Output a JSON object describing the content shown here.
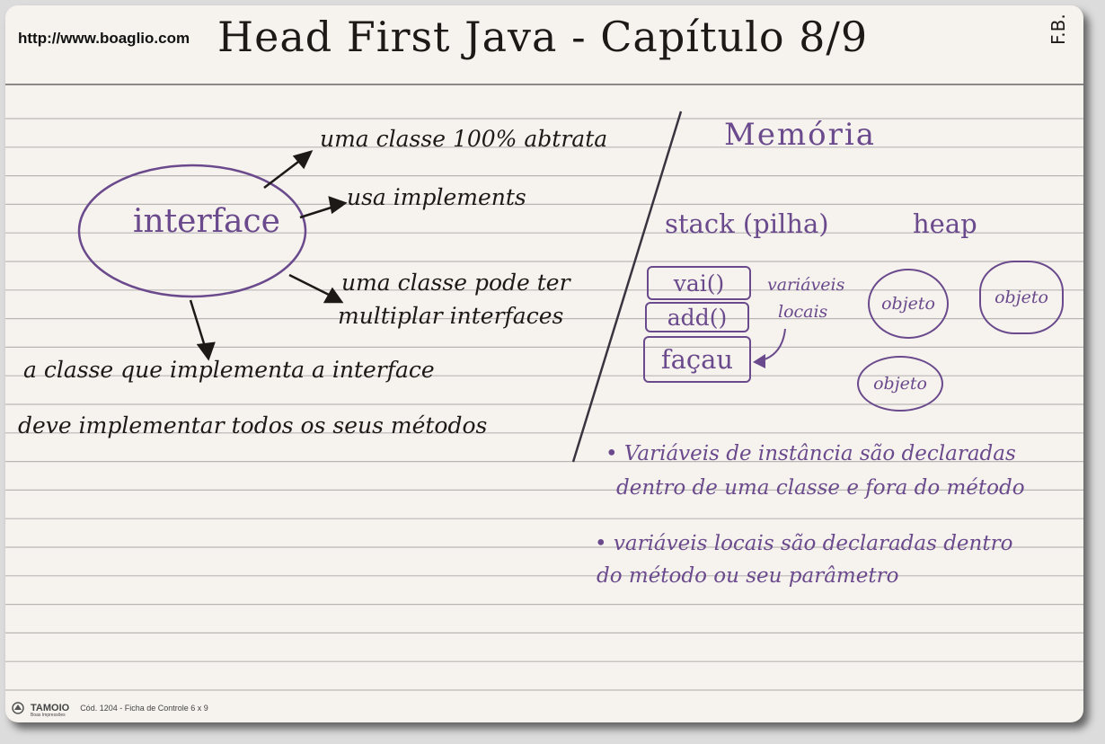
{
  "card": {
    "url": "http://www.boaglio.com",
    "title": "Head First Java - Capítulo 8/9",
    "initials": "F.B.",
    "left_side": {
      "bubble": "interface",
      "label_1": "uma classe 100% abtrata",
      "label_2": "usa implements",
      "label_3_line1": "uma classe pode ter",
      "label_3_line2": "multiplar interfaces",
      "note_line1": "a classe que implementa a interface",
      "note_line2": "deve implementar todos os seus métodos"
    },
    "right_side": {
      "heading": "Memória",
      "stack_label": "stack (pilha)",
      "heap_label": "heap",
      "stack_frames": [
        "vai()",
        "add()",
        "façau"
      ],
      "local_vars_line1": "variáveis",
      "local_vars_line2": "locais",
      "heap_objects": [
        "objeto",
        "objeto",
        "objeto"
      ],
      "note1_line1": "• Variáveis de instância são declaradas",
      "note1_line2": "dentro de uma classe e fora do método",
      "note2_line1": "• variáveis locais são declaradas dentro",
      "note2_line2": "do método ou seu parâmetro"
    },
    "footer": {
      "brand": "TAMOIO",
      "brand_sub": "Boas Impressões",
      "code": "Cód. 1204 - Ficha de Controle 6 x 9"
    }
  },
  "colors": {
    "ink_black": "#1c1917",
    "ink_purple": "#6a4a8c",
    "paper": "#f6f3ee",
    "ruling": "#b9b6b6"
  }
}
